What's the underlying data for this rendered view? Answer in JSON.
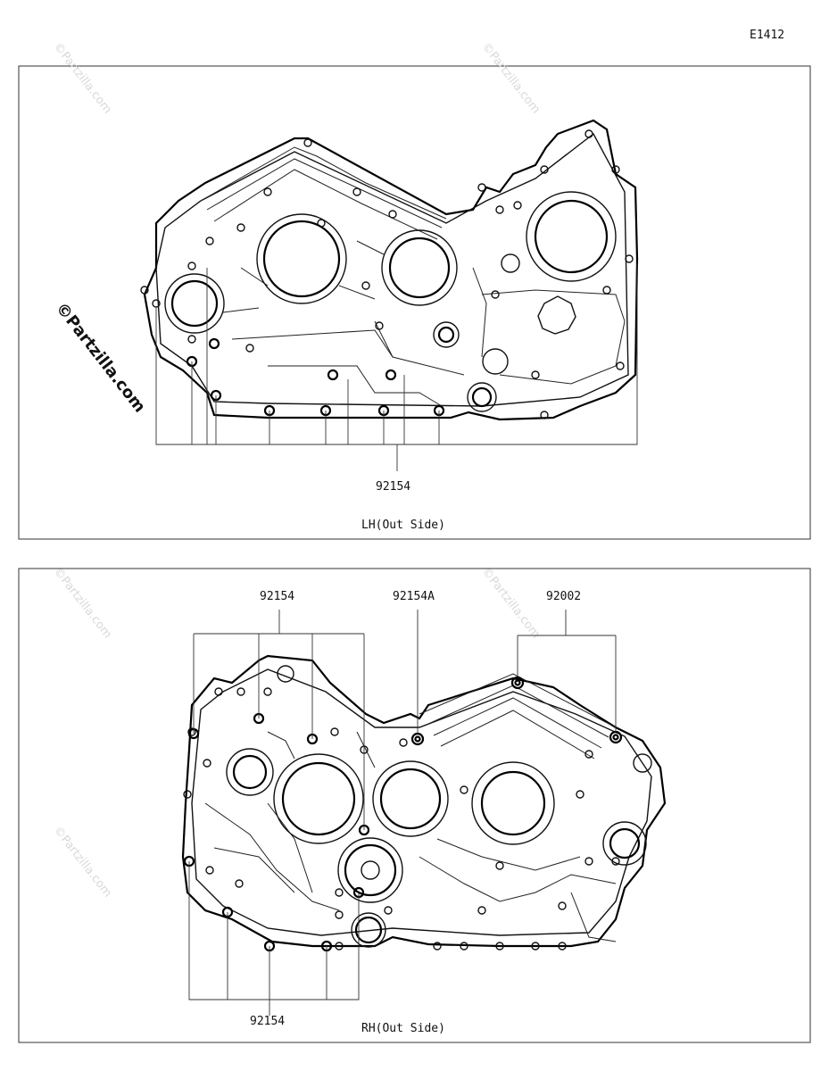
{
  "diagram_code": "E1412",
  "watermark": "©Partzilla.com",
  "panels": [
    {
      "id": "lh",
      "caption": "LH(Out Side)",
      "callouts": [
        {
          "part": "92154"
        }
      ]
    },
    {
      "id": "rh",
      "caption": "RH(Out Side)",
      "callouts": [
        {
          "part": "92154"
        },
        {
          "part": "92154A"
        },
        {
          "part": "92002"
        },
        {
          "part": "92154"
        }
      ]
    }
  ]
}
